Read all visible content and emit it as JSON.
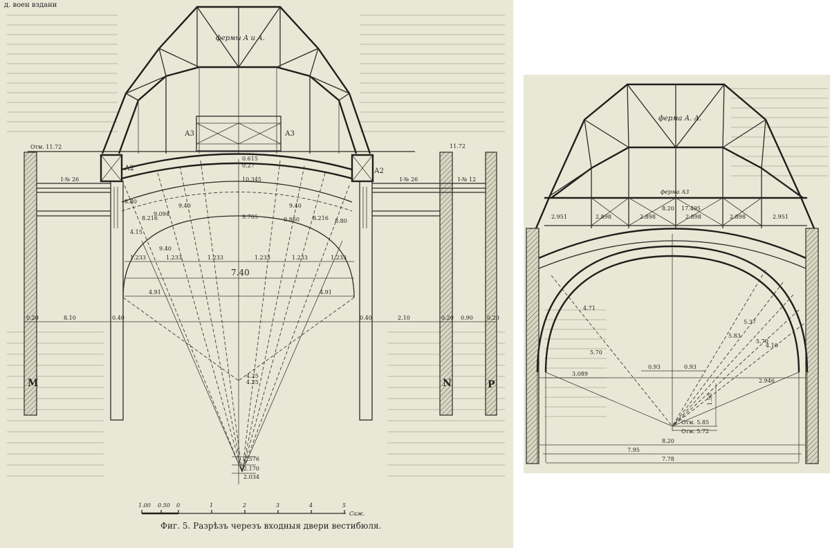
{
  "header_text": "д. воен вздани",
  "left": {
    "truss_label": "фермы А и А.",
    "elevation_label": "Отм. 11.72",
    "elevation_right": "11.72",
    "node_labels": [
      "А3",
      "А3",
      "А2",
      "А2"
    ],
    "beam_left": "I-№ 26",
    "beam_right": "I-№ 26",
    "beam_far_right": "I-№ 12",
    "span": "7.40",
    "segments": [
      "1.233",
      "1.233",
      "1.233",
      "1.233",
      "1.233",
      "1.233"
    ],
    "half_spans": [
      "4.91",
      "4.91"
    ],
    "bottom_dims": [
      "0.20",
      "8.10",
      "0.40",
      "0.40",
      "2.10",
      "0.20",
      "0.90",
      "0.20"
    ],
    "radii": [
      "8.80",
      "8.216",
      "9.094",
      "9.40",
      "9.40",
      "8.216",
      "8.80",
      "4.15",
      "9.40",
      "4.25"
    ],
    "crown_dims": [
      "0.615",
      "0.27",
      "10.345",
      "9.705",
      "9.860"
    ],
    "center_dims": [
      "4.25",
      "2.576",
      "2.170",
      "2.034"
    ],
    "wall_letters": [
      "M",
      "N",
      "P"
    ],
    "scale_labels": [
      "1.00",
      "0.50",
      "0",
      "1",
      "2",
      "3",
      "4",
      "5"
    ],
    "scale_unit": "Саж.",
    "caption": "Фиг. 5. Разрѣзъ черезъ входныя двери вестибюля."
  },
  "right": {
    "truss_label": "ферма А. А.",
    "truss_label_lower": "ферма А3",
    "top_dims": [
      "8.20",
      "17.495"
    ],
    "panel_dims": [
      "2.951",
      "2.898",
      "2.898",
      "2.898",
      "2.898",
      "2.951"
    ],
    "radius_dims": [
      "4.71",
      "5.70",
      "5.83",
      "5.37",
      "5.70",
      "4.10"
    ],
    "center_dims": [
      "0.93",
      "0.93"
    ],
    "half_spans": [
      "3.089",
      "2.946"
    ],
    "height_dim": "1.50",
    "elevations": [
      "Отм. 5.85",
      "Отм. 5.72"
    ],
    "spans": [
      "8.20",
      "7.95",
      "7.78"
    ]
  }
}
